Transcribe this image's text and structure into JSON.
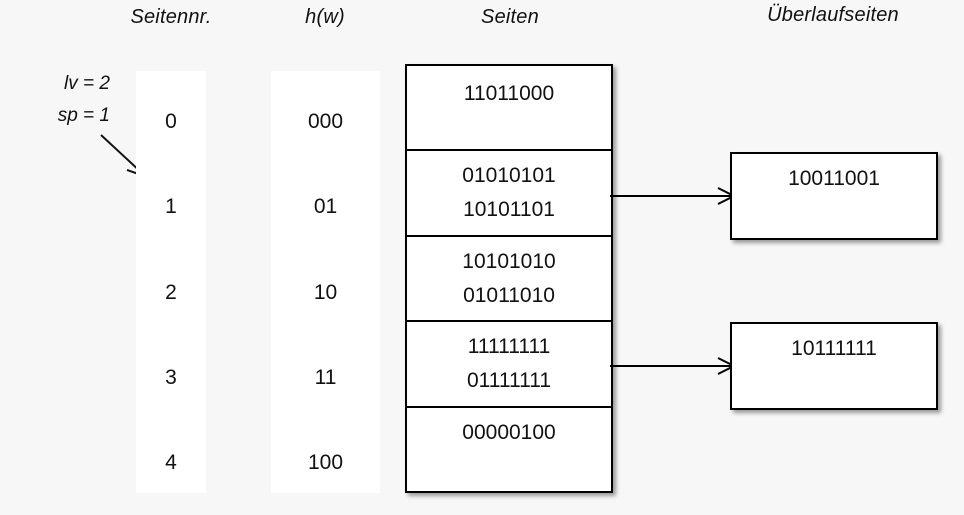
{
  "headers": {
    "seitennr": "Seitennr.",
    "hw": "h(w)",
    "seiten": "Seiten",
    "ueberlaufseiten": "Überlaufseiten"
  },
  "annotations": {
    "lv": "lv = 2",
    "sp": "sp = 1",
    "arrow_icon": "diagonal-arrow-icon"
  },
  "columns": {
    "seitennr": [
      "0",
      "1",
      "2",
      "3",
      "4"
    ],
    "hw": [
      "000",
      "01",
      "10",
      "11",
      "100"
    ]
  },
  "pages": [
    {
      "index": 0,
      "records": [
        "11011000"
      ]
    },
    {
      "index": 1,
      "records": [
        "01010101",
        "10101101"
      ]
    },
    {
      "index": 2,
      "records": [
        "10101010",
        "01011010"
      ]
    },
    {
      "index": 3,
      "records": [
        "11111111",
        "01111111"
      ]
    },
    {
      "index": 4,
      "records": [
        "00000100"
      ]
    }
  ],
  "overflow_pages": [
    {
      "from_page": 1,
      "records": [
        "10011001"
      ],
      "arrow_icon": "right-arrow-icon"
    },
    {
      "from_page": 3,
      "records": [
        "10111111"
      ],
      "arrow_icon": "right-arrow-icon"
    }
  ],
  "colors": {
    "background": "#f7f7f7",
    "panel": "#ffffff",
    "stroke": "#000000",
    "text": "#111111"
  }
}
